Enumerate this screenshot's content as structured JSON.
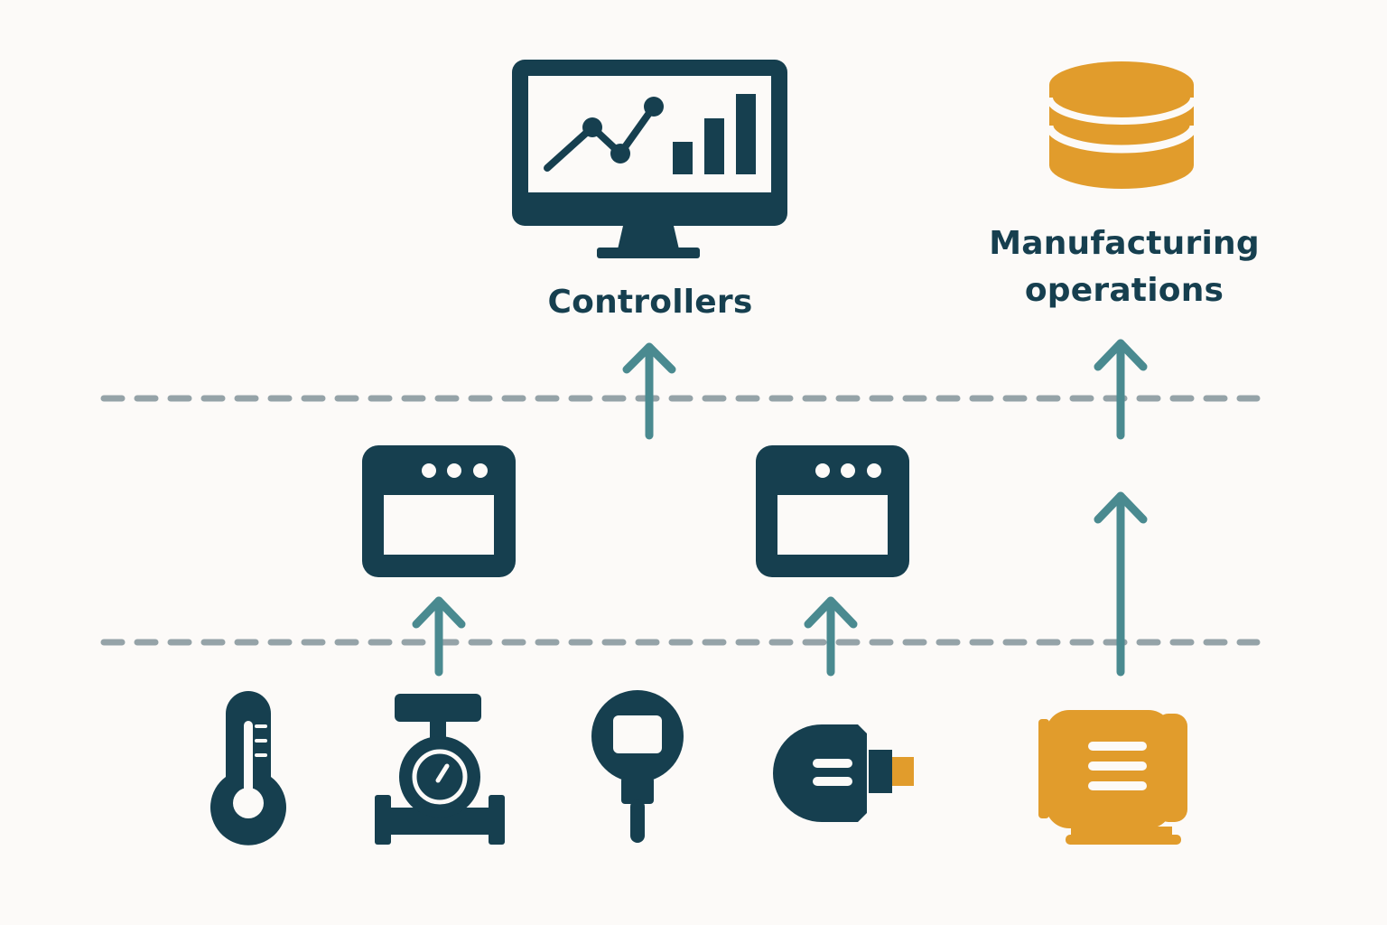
{
  "labels": {
    "controllers": "Controllers",
    "manufacturing_line1": "Manufacturing",
    "manufacturing_line2": "operations"
  },
  "colors": {
    "background": "#fcfaf8",
    "primary": "#163f4f",
    "accent": "#e19c2c",
    "arrow": "#4a8a90",
    "divider": "#95a3a8"
  },
  "icons": {
    "top": [
      "monitor-chart-icon",
      "database-icon"
    ],
    "middle": [
      "controller-window-icon",
      "controller-window-icon"
    ],
    "bottom": [
      "thermometer-icon",
      "valve-gauge-icon",
      "pressure-sensor-icon",
      "motor-icon",
      "pump-motor-icon"
    ]
  }
}
